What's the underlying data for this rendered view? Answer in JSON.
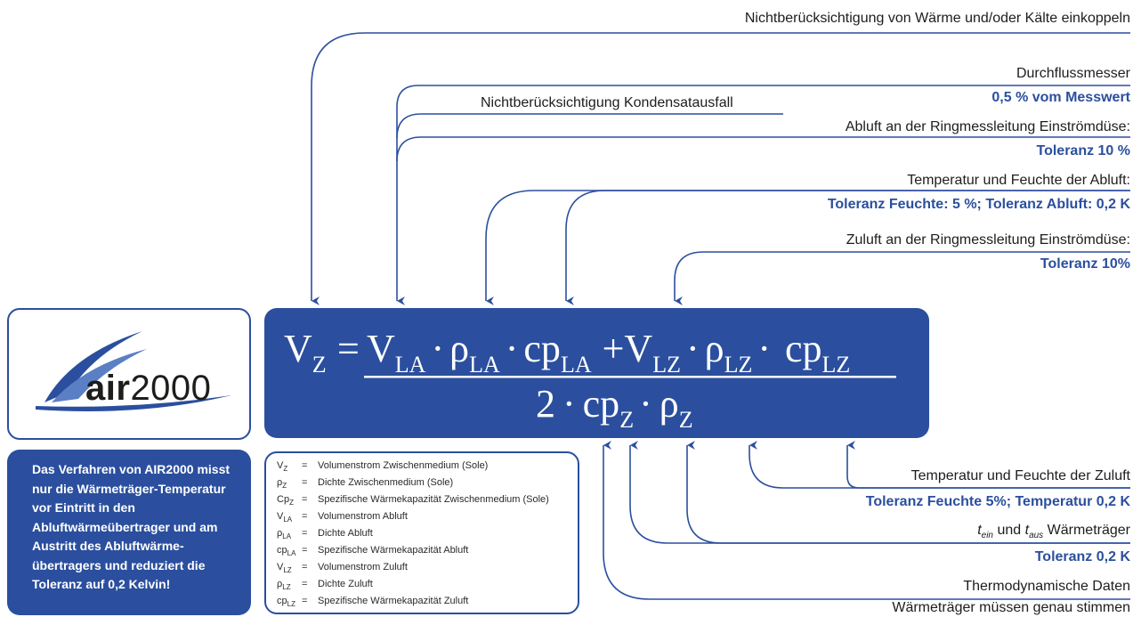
{
  "labels": {
    "waerme_kaelte": "Nichtberücksichtigung von Wärme und/oder Kälte einkoppeln",
    "durchflussmesser": "Durchflussmesser",
    "durchfluss_tol": "0,5 % vom Messwert",
    "kondensat": "Nichtberücksichtigung Kondensatausfall",
    "abluft_ring": "Abluft an der Ringmessleitung Einströmdüse:",
    "abluft_tol": "Toleranz 10 %",
    "temp_abluft": "Temperatur und Feuchte der Abluft:",
    "temp_abluft_tol": "Toleranz Feuchte: 5 %; Toleranz Abluft: 0,2 K",
    "zuluft_ring": "Zuluft an der Ringmessleitung Einströmdüse:",
    "zuluft_tol": "Toleranz 10%",
    "temp_zuluft": "Temperatur und Feuchte der Zuluft",
    "temp_zuluft_tol": "Toleranz Feuchte 5%; Temperatur 0,2 K",
    "t_ein": "t",
    "t_ein_sub": "ein",
    "und": "und",
    "t_aus": "t",
    "t_aus_sub": "aus",
    "waermetraeger": "Wärmeträger",
    "waermetraeger_tol": "Toleranz 0,2 K",
    "thermo": "Thermodynamische Daten",
    "thermo_2": "Wärmeträger müssen genau stimmen"
  },
  "logo": {
    "text_bold": "air",
    "text_light": "2000"
  },
  "info_text": "Das Verfahren von AIR2000 misst nur die Wärmeträger-Temperatur vor Eintritt in den Abluftwärmeübertrager und am Austritt des Abluftwärme-übertragers und reduziert die Toleranz auf 0,2 Kelvin!",
  "formula": {
    "lhs": "V",
    "lhs_sub": "Z",
    "equals": "=",
    "num_1": "V",
    "num_1_sub": "LA",
    "dot": "·",
    "num_2": "ρ",
    "num_2_sub": "LA",
    "num_3": "cp",
    "num_3_sub": "LA",
    "plus": "+V",
    "num_4_sub": "LZ",
    "num_5": "ρ",
    "num_5_sub": "LZ",
    "num_6": "cp",
    "num_6_sub": "LZ",
    "den_1": "2",
    "den_2": "cp",
    "den_2_sub": "Z",
    "den_3": "ρ",
    "den_3_sub": "Z"
  },
  "legend": [
    {
      "sym": "V",
      "sub": "Z",
      "eq": "=",
      "desc": "Volumenstrom Zwischenmedium (Sole)"
    },
    {
      "sym": "ρ",
      "sub": "Z",
      "eq": "=",
      "desc": "Dichte Zwischenmedium (Sole)"
    },
    {
      "sym": "Cp",
      "sub": "Z",
      "eq": "=",
      "desc": "Spezifische Wärmekapazität Zwischenmedium (Sole)"
    },
    {
      "sym": "V",
      "sub": "LA",
      "eq": "=",
      "desc": "Volumenstrom Abluft"
    },
    {
      "sym": "ρ",
      "sub": "LA",
      "eq": "=",
      "desc": "Dichte Abluft"
    },
    {
      "sym": "cp",
      "sub": "LA",
      "eq": "=",
      "desc": "Spezifische Wärmekapazität Abluft"
    },
    {
      "sym": "V",
      "sub": "LZ",
      "eq": "=",
      "desc": "Volumenstrom Zuluft"
    },
    {
      "sym": "ρ",
      "sub": "LZ",
      "eq": "=",
      "desc": "Dichte Zuluft"
    },
    {
      "sym": "cp",
      "sub": "LZ",
      "eq": "=",
      "desc": "Spezifische Wärmekapazität Zuluft"
    }
  ],
  "colors": {
    "brand_blue": "#2b4f9e",
    "text_dark": "#1d1d1b"
  }
}
